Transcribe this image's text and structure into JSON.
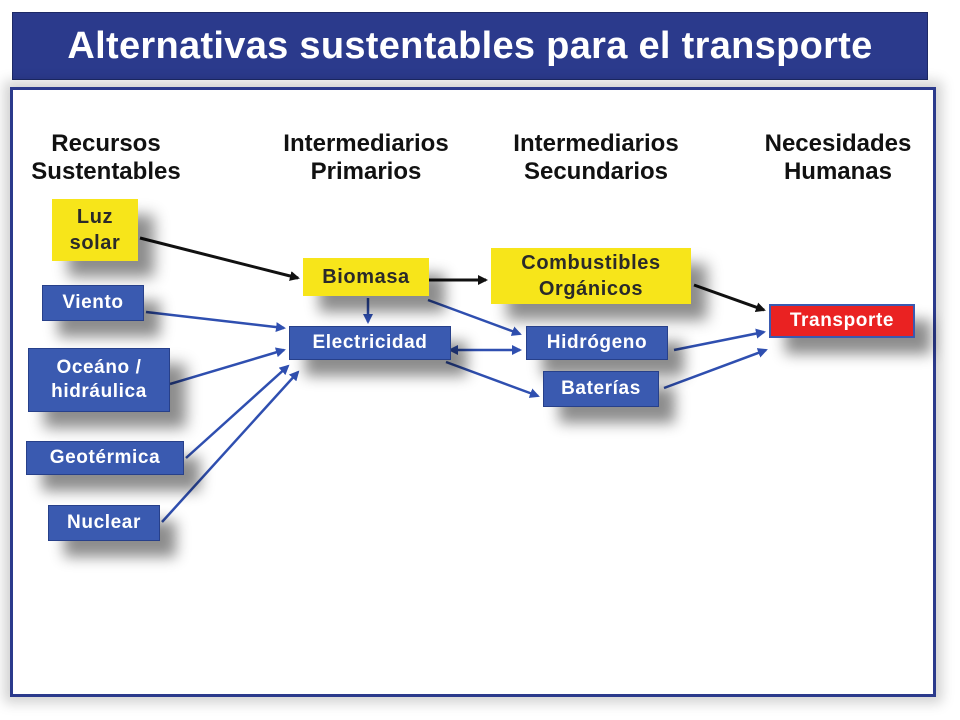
{
  "title": "Alternativas sustentables para el transporte",
  "columns": {
    "resources": "Recursos Sustentables",
    "primary": "Intermediarios Primarios",
    "secondary": "Intermediarios Secundarios",
    "needs": "Necesidades Humanas"
  },
  "resources": {
    "sun": "Luz solar",
    "wind": "Viento",
    "ocean": "Oceáno / hidráulica",
    "geo": "Geotérmica",
    "nuclear": "Nuclear"
  },
  "primary": {
    "biomass": "Biomasa",
    "electricity": "Electricidad"
  },
  "secondary": {
    "fuels": "Combustibles Orgánicos",
    "hydrogen": "Hidrógeno",
    "batteries": "Baterías"
  },
  "needs": {
    "transport": "Transporte"
  },
  "colors": {
    "title_bg": "#2b3a8c",
    "yellow": "#f7e51a",
    "blue": "#3a5ab0",
    "red": "#ea2222",
    "arrow_black": "#111111",
    "arrow_blue": "#2f4fb0"
  }
}
